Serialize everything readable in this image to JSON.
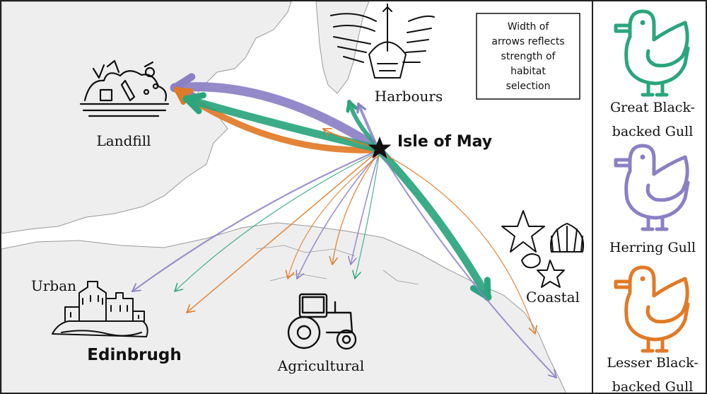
{
  "colors": {
    "great_black_backed_gull": "#2aa57d",
    "herring_gull": "#8b80c4",
    "lesser_black_backed_gull": "#e17a27",
    "land": "#eeeeee",
    "coast_line": "#9a9a9a",
    "ink": "#111111"
  },
  "colony": {
    "label": "Isle of May",
    "icon": "star-icon"
  },
  "note": {
    "lines": [
      "Width of",
      "arrows reflects",
      "strength of",
      "habitat",
      "selection"
    ]
  },
  "habitats": {
    "landfill": {
      "label": "Landfill",
      "icon": "landfill-icon"
    },
    "harbours": {
      "label": "Harbours",
      "icon": "boat-icon"
    },
    "coastal": {
      "label": "Coastal",
      "icon": "shells-icon"
    },
    "agricultural": {
      "label": "Agricultural",
      "icon": "tractor-icon"
    },
    "urban": {
      "label": "Urban",
      "icon": "castle-icon"
    },
    "city": {
      "label": "Edinbrugh"
    }
  },
  "legend": {
    "species": [
      {
        "lines": [
          "Great Black-",
          "backed Gull"
        ],
        "color_key": "great_black_backed_gull",
        "icon": "gull-icon"
      },
      {
        "lines": [
          "Herring Gull"
        ],
        "color_key": "herring_gull",
        "icon": "gull-icon"
      },
      {
        "lines": [
          "Lesser Black-",
          "backed Gull"
        ],
        "color_key": "lesser_black_backed_gull",
        "icon": "gull-icon"
      }
    ]
  }
}
